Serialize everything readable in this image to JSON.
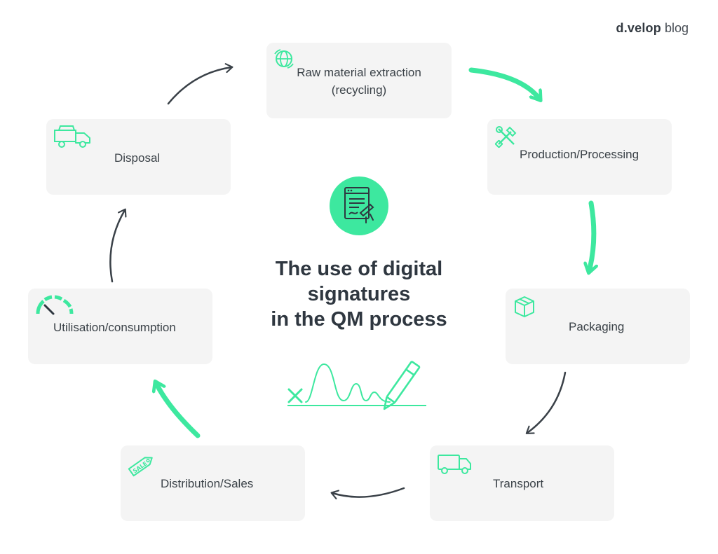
{
  "brand": {
    "strong": "d.velop",
    "light": "blog"
  },
  "title": {
    "line1": "The use of digital",
    "line2": "signatures",
    "line3": "in the QM process"
  },
  "steps": {
    "raw": {
      "label": "Raw material extraction (recycling)",
      "icon": "globe-recycle-icon"
    },
    "prod": {
      "label": "Production/Processing",
      "icon": "tools-icon"
    },
    "pack": {
      "label": "Packaging",
      "icon": "box-icon"
    },
    "trans": {
      "label": "Transport",
      "icon": "truck-icon"
    },
    "dist": {
      "label": "Distribution/Sales",
      "icon": "sale-tag-icon"
    },
    "util": {
      "label": "Utilisation/consumption",
      "icon": "gauge-icon"
    },
    "disp": {
      "label": "Disposal",
      "icon": "dump-truck-icon"
    }
  },
  "colors": {
    "accent": "#3de89f",
    "dark": "#2f3740",
    "box": "#f4f4f4",
    "arrow_dark": "#3a4148"
  }
}
